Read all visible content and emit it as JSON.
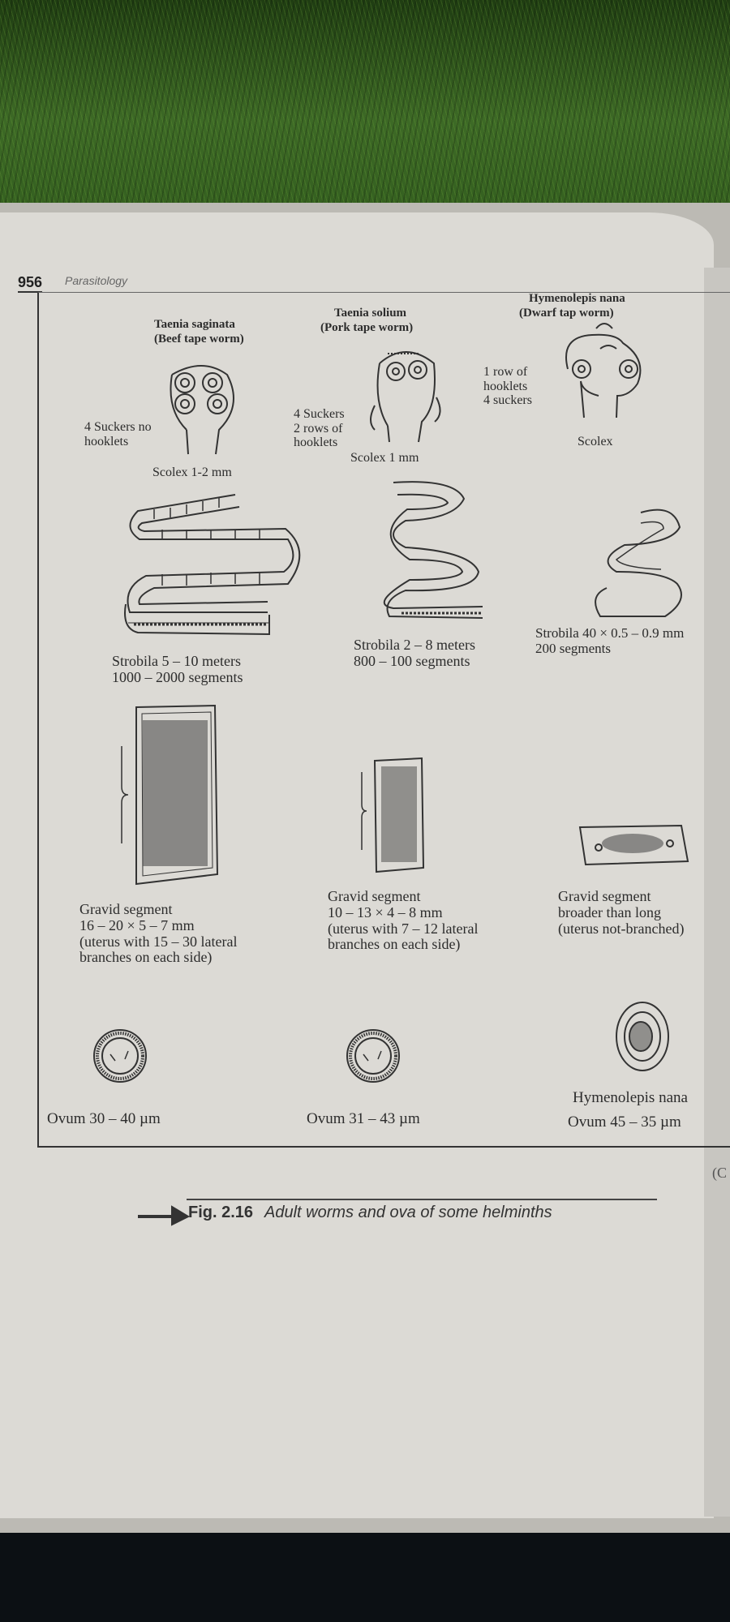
{
  "header": {
    "page_number": "956",
    "book_title": "Parasitology"
  },
  "columns": [
    {
      "species": "Taenia saginata",
      "common": "(Beef tape worm)",
      "scolex_note": "4 Suckers no\nhooklets",
      "scolex_label": "Scolex 1-2 mm",
      "strobila_label": "Strobila 5 – 10 meters\n1000 – 2000 segments",
      "gravid_label": "Gravid segment\n16 – 20 × 5 – 7 mm\n(uterus with 15 – 30 lateral\nbranches on each side)",
      "ovum_label": "Ovum  30 – 40 µm"
    },
    {
      "species": "Taenia solium",
      "common": "(Pork tape worm)",
      "scolex_note": "4 Suckers\n2 rows of\nhooklets",
      "scolex_label": "Scolex 1 mm",
      "strobila_label": "Strobila 2 – 8 meters\n800 – 100 segments",
      "gravid_label": "Gravid segment\n10 – 13 × 4 – 8 mm\n(uterus with 7 – 12 lateral\nbranches on each side)",
      "ovum_label": "Ovum  31 – 43 µm"
    },
    {
      "species": "Hymenolepis nana",
      "common": "(Dwarf tap worm)",
      "scolex_note": "1 row of\nhooklets\n4 suckers",
      "scolex_label": "Scolex",
      "strobila_label": "Strobila 40 × 0.5 – 0.9 mm\n200 segments",
      "gravid_label": "Gravid segment\nbroader than long\n(uterus not-branched)",
      "ovum_species": "Hymenolepis nana",
      "ovum_label": "Ovum  45 – 35 µm"
    }
  ],
  "continued_marker": "(C",
  "caption": {
    "fig_number": "Fig. 2.16",
    "text": "Adult worms and ova of some helminths"
  }
}
